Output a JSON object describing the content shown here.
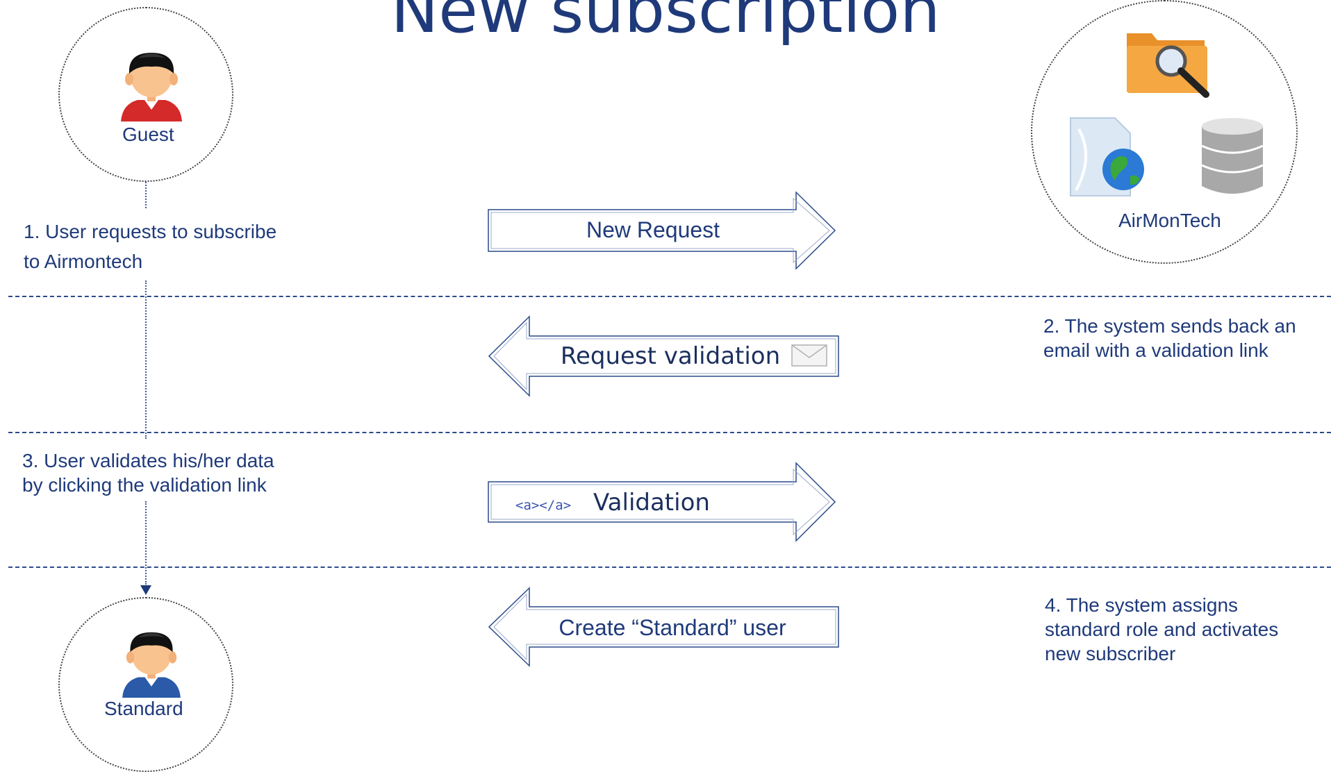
{
  "title": "New subscription",
  "actors": {
    "guest": {
      "label": "Guest",
      "icon": "guest-user-icon"
    },
    "standard": {
      "label": "Standard",
      "icon": "standard-user-icon"
    },
    "system": {
      "label": "AirMonTech",
      "icons": [
        "folder-search-icon",
        "globe-document-icon",
        "database-icon"
      ]
    }
  },
  "steps": {
    "step1": {
      "line1": "1. User requests to subscribe",
      "line2": "to  Airmontech"
    },
    "step2": {
      "line1": "2. The system sends back an",
      "line2": "email with a validation link"
    },
    "step3": {
      "line1": "3. User validates  his/her data",
      "line2": "by clicking the validation link"
    },
    "step4": {
      "line1": "4. The system assigns",
      "line2": "standard role and activates",
      "line3": "new subscriber"
    }
  },
  "arrows": {
    "new_request": {
      "label": "New Request",
      "direction": "right"
    },
    "request_validation": {
      "label": "Request validation",
      "direction": "left",
      "icon": "envelope-icon"
    },
    "validation": {
      "label": "Validation",
      "direction": "right",
      "code": "<a></a>"
    },
    "create_standard": {
      "label": "Create “Standard” user",
      "direction": "left"
    }
  },
  "colors": {
    "text": "#1f3a7a",
    "lines": "#2a4a8a",
    "guest_shirt": "#d42a2a",
    "standard_shirt": "#2a5aa8",
    "folder": "#f5a742",
    "database": "#b8b8b8"
  }
}
